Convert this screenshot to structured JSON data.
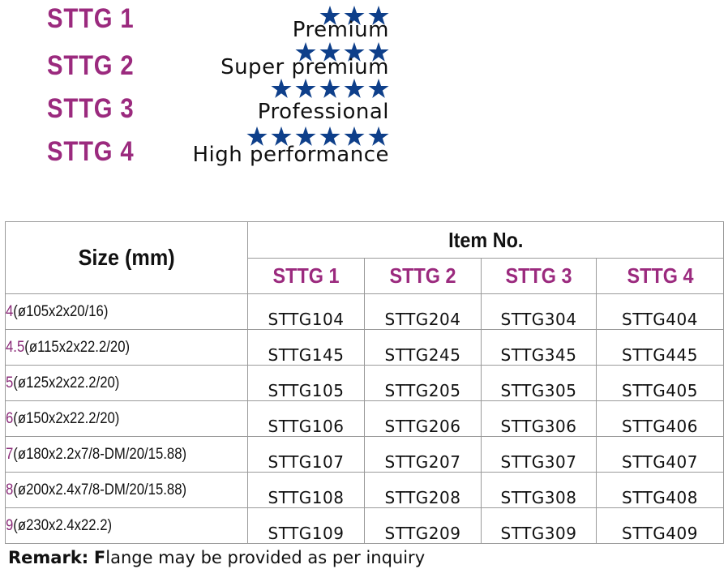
{
  "grades": [
    {
      "name": "STTG 1",
      "stars": 3,
      "description": "Premium"
    },
    {
      "name": "STTG 2",
      "stars": 4,
      "description": "Super premium"
    },
    {
      "name": "STTG 3",
      "stars": 5,
      "description": "Professional"
    },
    {
      "name": "STTG 4",
      "stars": 6,
      "description": "High performance"
    }
  ],
  "colors": {
    "grade_text": "#9b2a7e",
    "star": "#0e3f8a",
    "size_number": "#8a2a78"
  },
  "icons": {
    "star": "star-icon"
  },
  "table": {
    "size_header": "Size (mm)",
    "item_header": "Item No.",
    "grade_headers": [
      "STTG 1",
      "STTG 2",
      "STTG 3",
      "STTG 4"
    ],
    "rows": [
      {
        "size_num": "4",
        "size_spec": "(ø105x2x20/16)",
        "codes": [
          "STTG104",
          "STTG204",
          "STTG304",
          "STTG404"
        ]
      },
      {
        "size_num": "4.5",
        "size_spec": "(ø115x2x22.2/20)",
        "codes": [
          "STTG145",
          "STTG245",
          "STTG345",
          "STTG445"
        ]
      },
      {
        "size_num": "5",
        "size_spec": "(ø125x2x22.2/20)",
        "codes": [
          "STTG105",
          "STTG205",
          "STTG305",
          "STTG405"
        ]
      },
      {
        "size_num": "6",
        "size_spec": "(ø150x2x22.2/20)",
        "codes": [
          "STTG106",
          "STTG206",
          "STTG306",
          "STTG406"
        ]
      },
      {
        "size_num": "7",
        "size_spec": "(ø180x2.2x7/8-DM/20/15.88)",
        "codes": [
          "STTG107",
          "STTG207",
          "STTG307",
          "STTG407"
        ]
      },
      {
        "size_num": "8",
        "size_spec": "(ø200x2.4x7/8-DM/20/15.88)",
        "codes": [
          "STTG108",
          "STTG208",
          "STTG308",
          "STTG408"
        ]
      },
      {
        "size_num": "9",
        "size_spec": "(ø230x2.4x22.2)",
        "codes": [
          "STTG109",
          "STTG209",
          "STTG309",
          "STTG409"
        ]
      }
    ]
  },
  "remark": {
    "label": "Remark:",
    "first_letter": "F",
    "text": "lange may be provided as per inquiry"
  }
}
